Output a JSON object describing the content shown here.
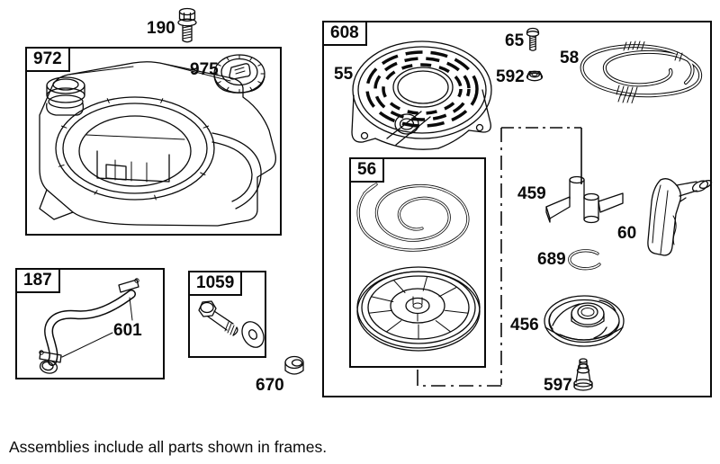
{
  "caption": "Assemblies include all parts shown in frames.",
  "frames": {
    "f972": "972",
    "f608": "608",
    "f56": "56",
    "f187": "187",
    "f1059": "1059"
  },
  "parts": {
    "p190": "190",
    "p975": "975",
    "p55": "55",
    "p65": "65",
    "p592": "592",
    "p58": "58",
    "p459": "459",
    "p60": "60",
    "p689": "689",
    "p456": "456",
    "p597": "597",
    "p601": "601",
    "p670": "670"
  },
  "colors": {
    "line": "#0a0a0a",
    "background": "#ffffff"
  }
}
